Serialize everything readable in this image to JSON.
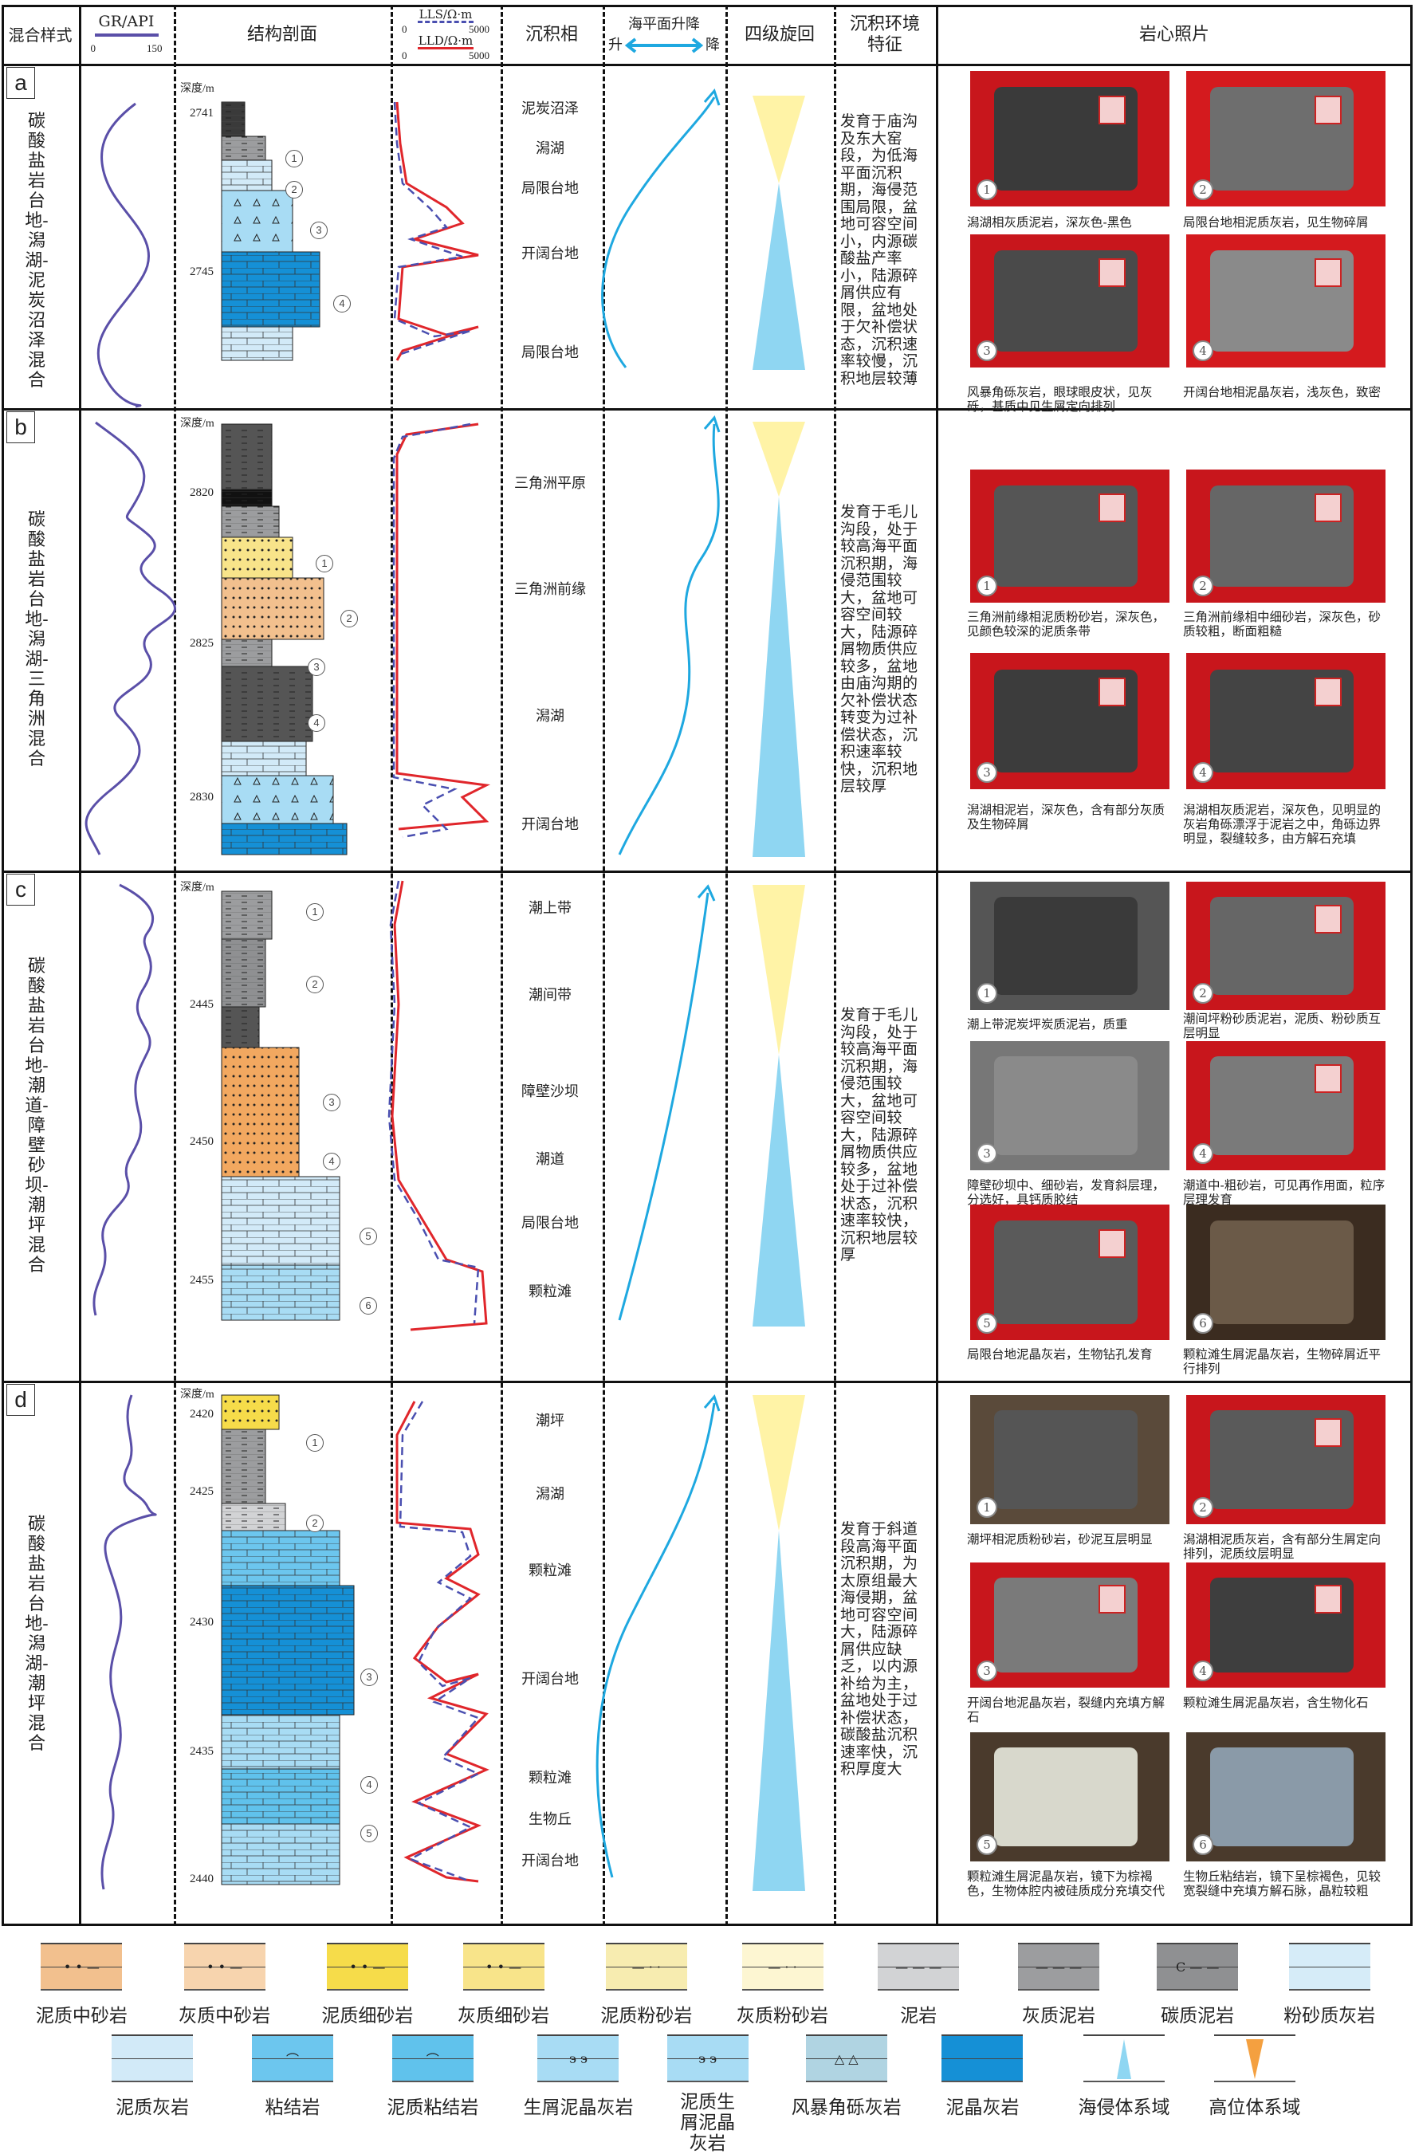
{
  "header": {
    "mixing_style": "混合样式",
    "gr": {
      "label": "GR/API",
      "min": "0",
      "max": "150"
    },
    "structure": "结构剖面",
    "lls": {
      "label": "LLS/Ω·m",
      "min": "0",
      "max": "5000"
    },
    "lld": {
      "label": "LLD/Ω·m",
      "min": "0",
      "max": "5000"
    },
    "facies": "沉积相",
    "sea_level": {
      "label": "海平面升降",
      "rise": "升",
      "fall": "降"
    },
    "cycle": "四级旋回",
    "environment": "沉积环境特征",
    "photos": "岩心照片"
  },
  "colors": {
    "gr": "#5a4fa8",
    "lld": "#e0262b",
    "lls": "#4a4fb0",
    "sea_level": "#1ea8e0",
    "tst": "#8fd6f2",
    "hst": "#fff3a6"
  },
  "sections": [
    {
      "label": "a",
      "mixing_style": "碳酸盐岩台地-潟湖-泥炭沼泽混合",
      "depth_unit": "深度/m",
      "depths": [
        "2741",
        "2745"
      ],
      "markers": [
        "1",
        "2",
        "3",
        "4"
      ],
      "facies": [
        "泥炭沼泽",
        "潟湖",
        "局限台地",
        "开阔台地",
        "局限台地"
      ],
      "environment": "发育于庙沟及东大窑段，为低海平面沉积期，海侵范围局限，盆地可容空间小，内源碳酸盐产率小，陆源碎屑供应有限，盆地处于欠补偿状态，沉积速率较慢，沉积地层较薄",
      "photos": [
        {
          "num": "1",
          "caption": "潟湖相灰质泥岩，深灰色-黑色"
        },
        {
          "num": "2",
          "caption": "局限台地相泥质灰岩，见生物碎屑"
        },
        {
          "num": "3",
          "caption": "风暴角砾灰岩，眼球眼皮状，见灰砾，基质中见生屑定向排列"
        },
        {
          "num": "4",
          "caption": "开阔台地相泥晶灰岩，浅灰色，致密"
        }
      ]
    },
    {
      "label": "b",
      "mixing_style": "碳酸盐岩台地-潟湖-三角洲混合",
      "depth_unit": "深度/m",
      "depths": [
        "2820",
        "2825",
        "2830"
      ],
      "markers": [
        "1",
        "2",
        "3",
        "4"
      ],
      "facies": [
        "三角洲平原",
        "三角洲前缘",
        "潟湖",
        "开阔台地"
      ],
      "environment": "发育于毛儿沟段，处于较高海平面沉积期，海侵范围较大，盆地可容空间较大，陆源碎屑物质供应较多，盆地由庙沟期的欠补偿状态转变为过补偿状态，沉积速率较快，沉积地层较厚",
      "photos": [
        {
          "num": "1",
          "caption": "三角洲前缘相泥质粉砂岩，深灰色，见颜色较深的泥质条带"
        },
        {
          "num": "2",
          "caption": "三角洲前缘相中细砂岩，深灰色，砂质较粗，断面粗糙"
        },
        {
          "num": "3",
          "caption": "潟湖相泥岩，深灰色，含有部分灰质及生物碎屑"
        },
        {
          "num": "4",
          "caption": "潟湖相灰质泥岩，深灰色，见明显的灰岩角砾漂浮于泥岩之中，角砾边界明显，裂缝较多，由方解石充填"
        }
      ]
    },
    {
      "label": "c",
      "mixing_style": "碳酸盐岩台地-潮道-障壁砂坝-潮坪混合",
      "depth_unit": "深度/m",
      "depths": [
        "2445",
        "2450",
        "2455"
      ],
      "markers": [
        "1",
        "2",
        "3",
        "4",
        "5",
        "6"
      ],
      "facies": [
        "潮上带",
        "潮间带",
        "障壁沙坝",
        "潮道",
        "局限台地",
        "颗粒滩"
      ],
      "environment": "发育于毛儿沟段，处于较高海平面沉积期，海侵范围较大，盆地可容空间较大，陆源碎屑物质供应较多，盆地处于过补偿状态，沉积速率较快，沉积地层较厚",
      "photos": [
        {
          "num": "1",
          "caption": "潮上带泥炭坪炭质泥岩，质重"
        },
        {
          "num": "2",
          "caption": "潮间坪粉砂质泥岩，泥质、粉砂质互层明显"
        },
        {
          "num": "3",
          "caption": "障壁砂坝中、细砂岩，发育斜层理，分选好，具钙质胶结"
        },
        {
          "num": "4",
          "caption": "潮道中-粗砂岩，可见再作用面，粒序层理发育"
        },
        {
          "num": "5",
          "caption": "局限台地泥晶灰岩，生物钻孔发育"
        },
        {
          "num": "6",
          "caption": "颗粒滩生屑泥晶灰岩，生物碎屑近平行排列"
        }
      ]
    },
    {
      "label": "d",
      "mixing_style": "碳酸盐岩台地-潟湖-潮坪混合",
      "depth_unit": "深度/m",
      "depths": [
        "2420",
        "2425",
        "2430",
        "2435",
        "2440"
      ],
      "markers": [
        "1",
        "2",
        "3",
        "4",
        "5"
      ],
      "facies": [
        "潮坪",
        "潟湖",
        "颗粒滩",
        "开阔台地",
        "颗粒滩",
        "生物丘",
        "开阔台地"
      ],
      "environment": "发育于斜道段高海平面沉积期，为太原组最大海侵期，盆地可容空间大，陆源碎屑供应缺乏，以内源补给为主，盆地处于过补偿状态，碳酸盐沉积速率快，沉积厚度大",
      "photos": [
        {
          "num": "1",
          "caption": "潮坪相泥质粉砂岩，砂泥互层明显"
        },
        {
          "num": "2",
          "caption": "潟湖相泥质灰岩，含有部分生屑定向排列，泥质纹层明显"
        },
        {
          "num": "3",
          "caption": "开阔台地泥晶灰岩，裂缝内充填方解石"
        },
        {
          "num": "4",
          "caption": "颗粒滩生屑泥晶灰岩，含生物化石"
        },
        {
          "num": "5",
          "caption": "颗粒滩生屑泥晶灰岩，镜下为棕褐色，生物体腔内被硅质成分充填交代"
        },
        {
          "num": "6",
          "caption": "生物丘粘结岩，镜下呈棕褐色，见较宽裂缝中充填方解石脉，晶粒较粗"
        }
      ]
    }
  ],
  "legend": [
    {
      "label": "泥质中砂岩",
      "color": "#f2c08e",
      "pattern": "sand"
    },
    {
      "label": "灰质中砂岩",
      "color": "#f7d4ae",
      "pattern": "sand"
    },
    {
      "label": "泥质细砂岩",
      "color": "#f6dc4a",
      "pattern": "sand"
    },
    {
      "label": "灰质细砂岩",
      "color": "#f8e48a",
      "pattern": "sand"
    },
    {
      "label": "泥质粉砂岩",
      "color": "#f7ecb0",
      "pattern": "silt"
    },
    {
      "label": "灰质粉砂岩",
      "color": "#fdf6d2",
      "pattern": "silt"
    },
    {
      "label": "泥岩",
      "color": "#d2d3d5",
      "pattern": "mud"
    },
    {
      "label": "灰质泥岩",
      "color": "#9c9d9f",
      "pattern": "mud"
    },
    {
      "label": "碳质泥岩",
      "color": "#8f9092",
      "pattern": "carb"
    },
    {
      "label": "粉砂质灰岩",
      "color": "#d6ecf8",
      "pattern": "brick"
    },
    {
      "label": "泥质灰岩",
      "color": "#d2eaf8",
      "pattern": "brick"
    },
    {
      "label": "粘结岩",
      "color": "#6cc6ee",
      "pattern": "bound"
    },
    {
      "label": "泥质粘结岩",
      "color": "#60c2ec",
      "pattern": "bound"
    },
    {
      "label": "生屑泥晶灰岩",
      "color": "#a8dcf4",
      "pattern": "bio"
    },
    {
      "label": "泥质生屑泥晶灰岩",
      "color": "#a8dcf4",
      "pattern": "bio"
    },
    {
      "label": "风暴角砾灰岩",
      "color": "#b0d4e2",
      "pattern": "tri"
    },
    {
      "label": "泥晶灰岩",
      "color": "#1590d6",
      "pattern": "brick"
    },
    {
      "label": "海侵体系域",
      "color": "#8fd6f2",
      "pattern": "up"
    },
    {
      "label": "高位体系域",
      "color": "#f4a040",
      "pattern": "down"
    }
  ]
}
